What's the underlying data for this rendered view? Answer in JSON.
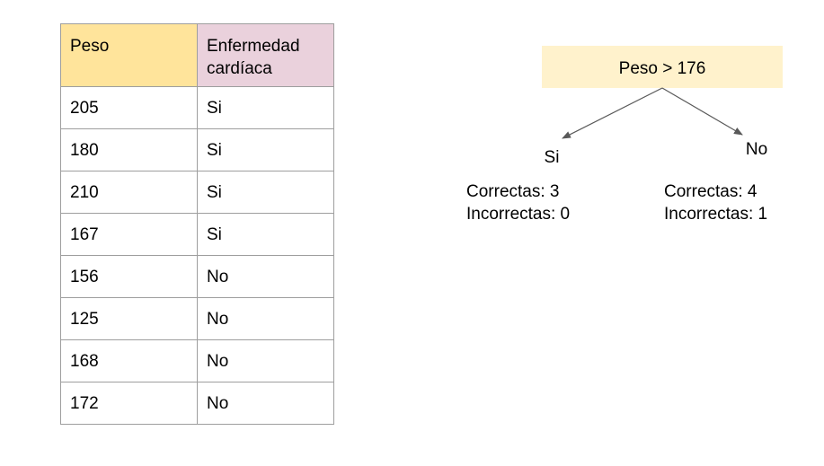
{
  "table": {
    "headers": [
      "Peso",
      "Enfermedad cardíaca"
    ],
    "header_colors": [
      "#ffe49b",
      "#ead1dc"
    ],
    "rows": [
      [
        "205",
        "Si"
      ],
      [
        "180",
        "Si"
      ],
      [
        "210",
        "Si"
      ],
      [
        "167",
        "Si"
      ],
      [
        "156",
        "No"
      ],
      [
        "125",
        "No"
      ],
      [
        "168",
        "No"
      ],
      [
        "172",
        "No"
      ]
    ]
  },
  "tree": {
    "root": "Peso > 176",
    "root_color": "#fff2cc",
    "left_branch": "Si",
    "right_branch": "No",
    "left_stats": [
      "Correctas: 3",
      "Incorrectas: 0"
    ],
    "right_stats": [
      "Correctas: 4",
      "Incorrectas: 1"
    ]
  }
}
